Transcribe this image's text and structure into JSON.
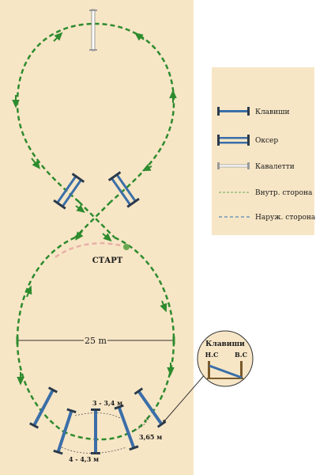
{
  "labels": {
    "start": "СТАРТ",
    "diameter": "25 m",
    "spacing_inner": "3 - 3,4 м",
    "spacing_outer": "4 - 4,3 м",
    "spacing_diag": "3,65 м"
  },
  "legend": {
    "items": [
      {
        "key": "poles",
        "label": "Клавиши"
      },
      {
        "key": "oxer",
        "label": "Оксер"
      },
      {
        "key": "cavaletti",
        "label": "Кавалетти"
      },
      {
        "key": "inner",
        "label": "Внутр. сторона"
      },
      {
        "key": "outer",
        "label": "Наруж. сторона"
      }
    ]
  },
  "inset": {
    "title": "Клавиши",
    "left_label": "Н.С",
    "right_label": "В.С"
  },
  "colors": {
    "arena": "#f7e6c6",
    "path": "#2e8b2e",
    "pole_blue": "#3b6ea8",
    "pole_dark": "#2a3a4a",
    "start_curve": "#e8b0a6",
    "outer_line": "#2d6fb0"
  }
}
